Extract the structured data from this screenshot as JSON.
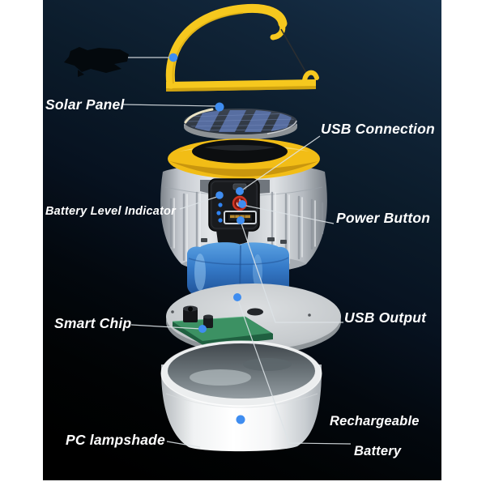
{
  "labels": {
    "solar_panel": "Solar Panel",
    "usb_connection": "USB Connection",
    "battery_level": "Battery Level Indicator",
    "power_button": "Power Button",
    "smart_chip": "Smart Chip",
    "usb_output": "USB Output",
    "pc_lampshade": "PC lampshade",
    "rechargeable_line1": "Rechargeable",
    "rechargeable_line2": "Battery"
  },
  "colors": {
    "accent_blue": "#3f8df0",
    "handle_yellow": "#f6c81e",
    "ring_yellow": "#f2bd16",
    "battery_blue": "#3e82cf",
    "pcb_green": "#3c9163",
    "power_red": "#d23524",
    "usb_gold": "#b98a2e",
    "label_text": "#ffffff",
    "leader_line": "#dde3e7"
  }
}
